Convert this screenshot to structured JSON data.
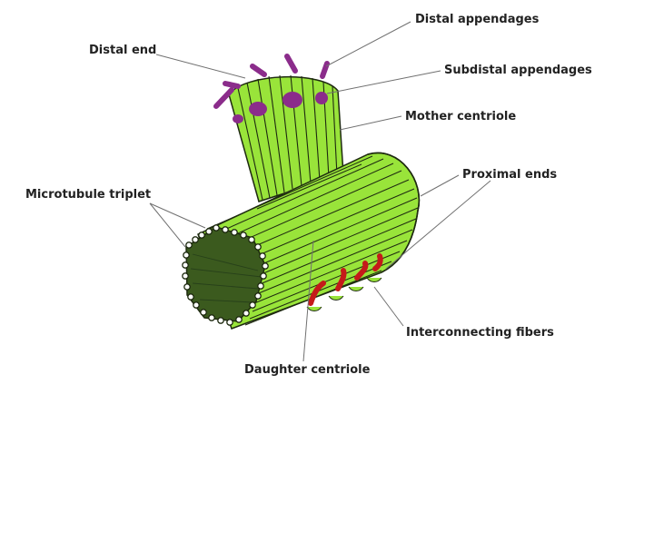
{
  "labels": {
    "distal_appendages": "Distal appendages",
    "distal_end": "Distal end",
    "subdistal_appendages": "Subdistal appendages",
    "mother_centriole": "Mother centriole",
    "proximal_ends": "Proximal ends",
    "microtubule_triplet": "Microtubule triplet",
    "interconnecting_fibers": "Interconnecting fibers",
    "daughter_centriole": "Daughter centriole"
  },
  "colors": {
    "microtubule_green": "#99e43a",
    "outline": "#1e2a10",
    "lumen_dark": "#3b5a1e",
    "appendage_purple": "#8b2c8b",
    "fiber_red": "#c41a1a",
    "leader_line": "#666666"
  }
}
